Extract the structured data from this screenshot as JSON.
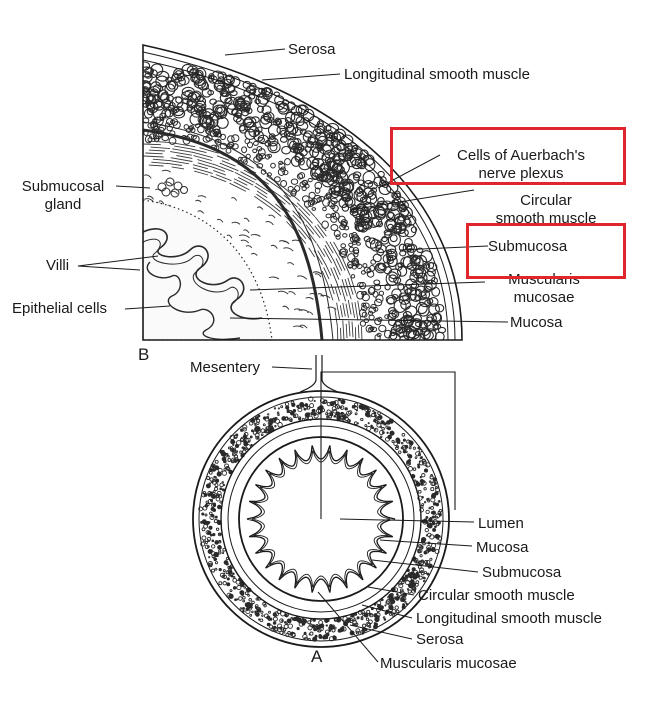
{
  "panel_b": {
    "letter": "B",
    "labels": {
      "serosa": "Serosa",
      "longitudinal": "Longitudinal smooth muscle",
      "auerbach_1": "Cells of Auerbach's",
      "auerbach_2": "nerve plexus",
      "circular_1": "Circular",
      "circular_2": "smooth muscle",
      "submucosal_gland_1": "Submucosal",
      "submucosal_gland_2": "gland",
      "submucosa": "Submucosa",
      "muscularis_1": "Muscularis",
      "muscularis_2": "mucosae",
      "villi": "Villi",
      "epithelial": "Epithelial cells",
      "mucosa": "Mucosa"
    }
  },
  "panel_a": {
    "letter": "A",
    "labels": {
      "mesentery": "Mesentery",
      "lumen": "Lumen",
      "mucosa": "Mucosa",
      "submucosa": "Submucosa",
      "circular": "Circular smooth muscle",
      "longitudinal": "Longitudinal smooth muscle",
      "serosa": "Serosa",
      "muscularis": "Muscularis mucosae"
    }
  },
  "highlight_color": "#e0252b"
}
